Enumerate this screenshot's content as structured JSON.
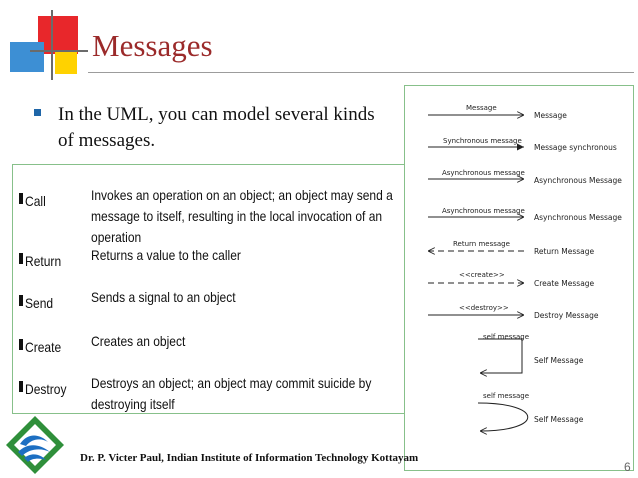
{
  "slide": {
    "title": "Messages",
    "bullet": "In the UML, you can model several kinds of messages.",
    "footer": "Dr. P. Victer Paul, Indian Institute of Information Technology Kottayam",
    "page_number": "6"
  },
  "kinds": [
    {
      "term": "Call",
      "desc": "Invokes an operation on an object; an object may send a message to itself, resulting in the local invocation of an operation"
    },
    {
      "term": "Return",
      "desc": "Returns a value to the caller"
    },
    {
      "term": "Send",
      "desc": "Sends a signal to an object"
    },
    {
      "term": "Create",
      "desc": "Creates an object"
    },
    {
      "term": "Destroy",
      "desc": "Destroys an object; an object may commit suicide by destroying itself"
    }
  ],
  "diagram": {
    "arrow_labels": [
      "Message",
      "Synchronous message",
      "Asynchronous message",
      "Asynchronous message",
      "Return message",
      "<<create>>",
      "<<destroy>>",
      "self message",
      "self message"
    ],
    "type_labels": [
      "Message",
      "Message synchronous",
      "Asynchronous Message",
      "Asynchronous Message",
      "Return Message",
      "Create Message",
      "Destroy Message",
      "Self Message",
      "Self Message"
    ]
  },
  "colors": {
    "title": "#9b2a2a",
    "bullet": "#1f66a8",
    "box_border": "#87c08a"
  }
}
